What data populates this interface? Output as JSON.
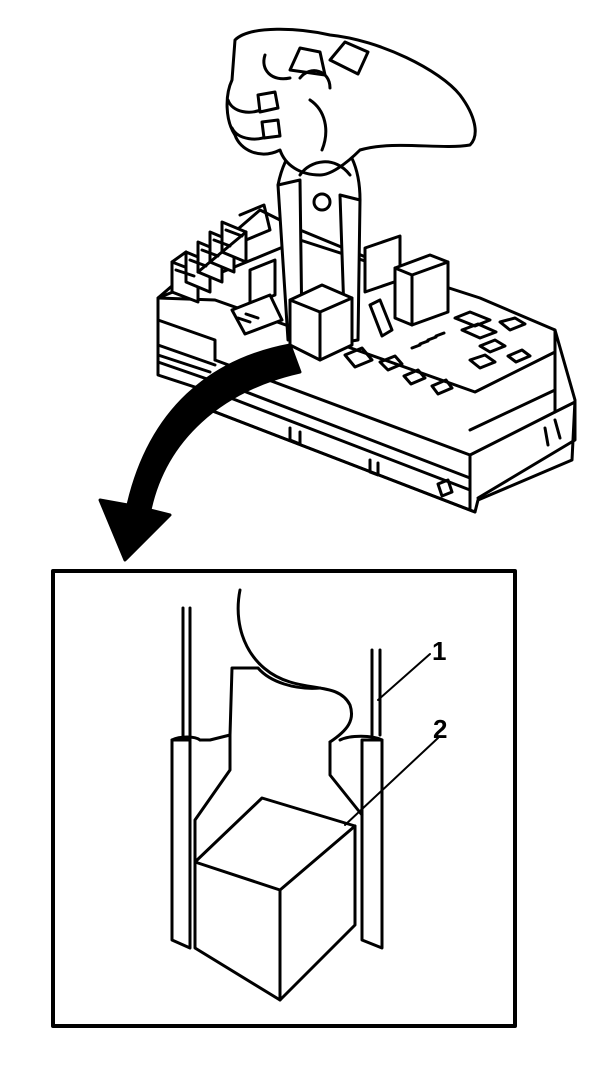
{
  "diagram": {
    "callouts": [
      {
        "id": 1,
        "label": "1",
        "target": "relay-puller-tool"
      },
      {
        "id": 2,
        "label": "2",
        "target": "relay"
      }
    ],
    "colors": {
      "ink": "#000000",
      "paper": "#ffffff"
    },
    "icons": [
      "hand-icon",
      "relay-puller-tool-icon",
      "fuse-block-icon",
      "arrow-icon"
    ]
  }
}
